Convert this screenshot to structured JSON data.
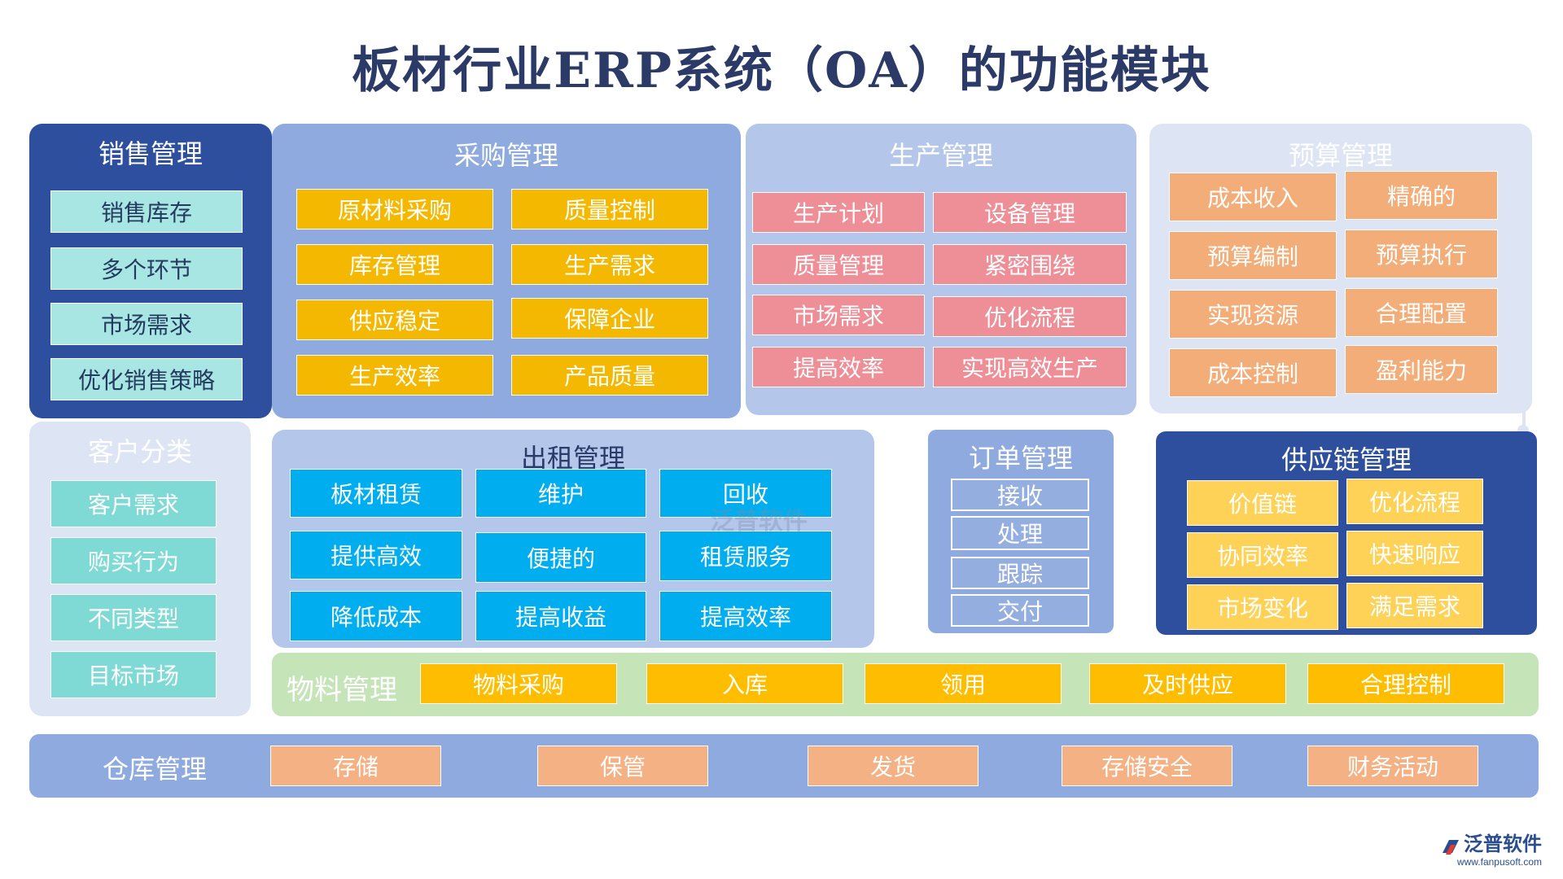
{
  "title": "板材行业ERP系统（OA）的功能模块",
  "sales": {
    "title": "销售管理",
    "items": [
      "销售库存",
      "多个环节",
      "市场需求",
      "优化销售策略"
    ]
  },
  "purchase": {
    "title": "采购管理",
    "items": [
      "原材料采购",
      "质量控制",
      "库存管理",
      "生产需求",
      "供应稳定",
      "保障企业",
      "生产效率",
      "产品质量"
    ]
  },
  "production": {
    "title": "生产管理",
    "items": [
      "生产计划",
      "设备管理",
      "质量管理",
      "紧密围绕",
      "市场需求",
      "优化流程",
      "提高效率",
      "实现高效生产"
    ]
  },
  "budget": {
    "title": "预算管理",
    "items": [
      "成本收入",
      "精确的",
      "预算编制",
      "预算执行",
      "实现资源",
      "合理配置",
      "成本控制",
      "盈利能力"
    ]
  },
  "customer": {
    "title": "客户分类",
    "items": [
      "客户需求",
      "购买行为",
      "不同类型",
      "目标市场"
    ]
  },
  "rental": {
    "title": "出租管理",
    "items": [
      "板材租赁",
      "维护",
      "回收",
      "提供高效",
      "便捷的",
      "租赁服务",
      "降低成本",
      "提高收益",
      "提高效率"
    ]
  },
  "order": {
    "title": "订单管理",
    "items": [
      "接收",
      "处理",
      "跟踪",
      "交付"
    ]
  },
  "supply": {
    "title": "供应链管理",
    "items": [
      "价值链",
      "优化流程",
      "协同效率",
      "快速响应",
      "市场变化",
      "满足需求"
    ]
  },
  "material": {
    "title": "物料管理",
    "items": [
      "物料采购",
      "入库",
      "领用",
      "及时供应",
      "合理控制"
    ]
  },
  "warehouse": {
    "title": "仓库管理",
    "items": [
      "存储",
      "保管",
      "发货",
      "存储安全",
      "财务活动"
    ]
  },
  "watermark": "泛普软件",
  "logo": {
    "name": "泛普软件",
    "url": "www.fanpusoft.com",
    "icon": "fanpu-logo-icon"
  },
  "colors": {
    "sales_panel": "#2d4f9e",
    "purchase_panel": "#8eaadf",
    "production_panel": "#b4c6ea",
    "budget_panel": "#dde5f5",
    "customer_panel": "#dde5f5",
    "rental_panel": "#b4c6ea",
    "order_panel": "#8eaadf",
    "supply_panel": "#2d4f9e",
    "material_panel": "#c5e4b8",
    "warehouse_panel": "#8eaadf"
  }
}
